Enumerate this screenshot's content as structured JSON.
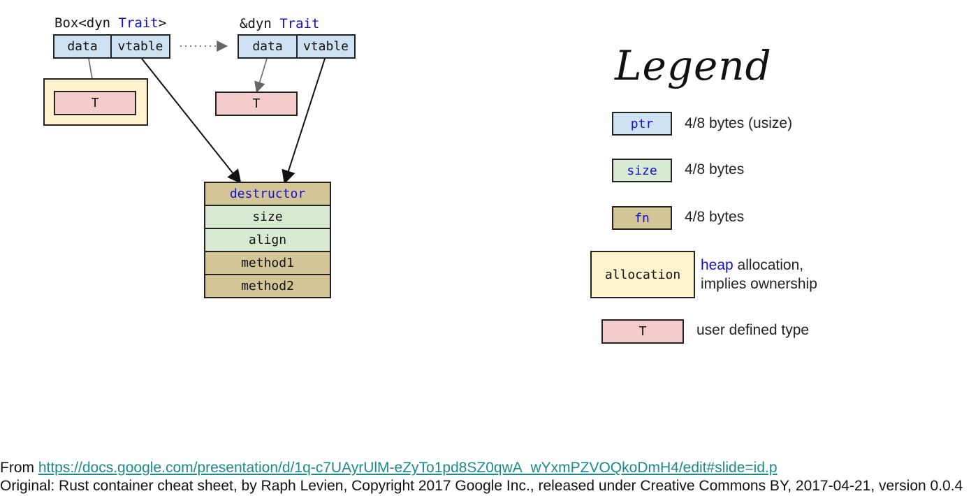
{
  "diagram": {
    "box_label": {
      "prefix": "Box<dyn ",
      "trait": "Trait",
      "suffix": ">"
    },
    "ref_label": {
      "prefix": "&dyn ",
      "trait": "Trait"
    },
    "box_data": "data",
    "box_vtable": "vtable",
    "ref_data": "data",
    "ref_vtable": "vtable",
    "box_target": "T",
    "ref_target": "T",
    "vtable_rows": {
      "destructor": "destructor",
      "size": "size",
      "align": "align",
      "method1": "method1",
      "method2": "method2"
    }
  },
  "legend": {
    "title": "Legend",
    "ptr": {
      "label": "ptr",
      "desc": "4/8 bytes (usize)"
    },
    "size": {
      "label": "size",
      "desc": "4/8 bytes"
    },
    "fn": {
      "label": "fn",
      "desc": "4/8 bytes"
    },
    "allocation": {
      "label": "allocation",
      "desc_highlight": "heap",
      "desc_rest": " allocation,",
      "desc_line2": "implies ownership"
    },
    "user": {
      "label": "T",
      "desc": "user defined type"
    }
  },
  "footer": {
    "from_prefix": "From ",
    "link": "https://docs.google.com/presentation/d/1q-c7UAyrUlM-eZyTo1pd8SZ0qwA_wYxmPZVOQkoDmH4/edit#slide=id.p",
    "original": "Original: Rust container cheat sheet, by Raph Levien, Copyright 2017 Google Inc., released under Creative Commons BY, 2017-04-21, version 0.0.4"
  },
  "colors": {
    "ptr": "#cfe2f3",
    "size": "#d9ead3",
    "fn": "#d3c596",
    "allocation": "#fff2cc",
    "user": "#f4cccc",
    "highlight": "#1111cc",
    "link": "#1a8a8a"
  }
}
